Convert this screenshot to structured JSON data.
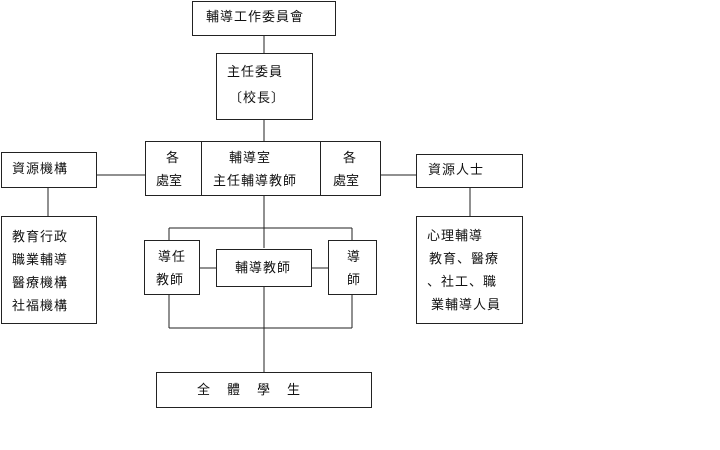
{
  "committee": "輔導工作委員會",
  "chair": {
    "line1": "主任委員",
    "line2": "〔校長〕"
  },
  "left_office": {
    "line1": "各",
    "line2": "處室"
  },
  "guidance_office": {
    "line1": "輔導室",
    "line2": "主任輔導教師"
  },
  "right_office": {
    "line1": "各",
    "line2": "處室"
  },
  "resources_institutions": {
    "title": "資源機構",
    "items": [
      "教育行政",
      "職業輔導",
      "醫療機構",
      "社福機構"
    ]
  },
  "resources_people": {
    "title": "資源人士",
    "items": [
      "心理輔導",
      "教育、醫療",
      "、社工、職",
      "業輔導人員"
    ]
  },
  "homeroom_teacher": {
    "line1": "導任",
    "line2": "教師"
  },
  "counseling_teacher": "輔導教師",
  "mentor": {
    "line1": "導",
    "line2": "師"
  },
  "all_students": "全　體　學　生"
}
